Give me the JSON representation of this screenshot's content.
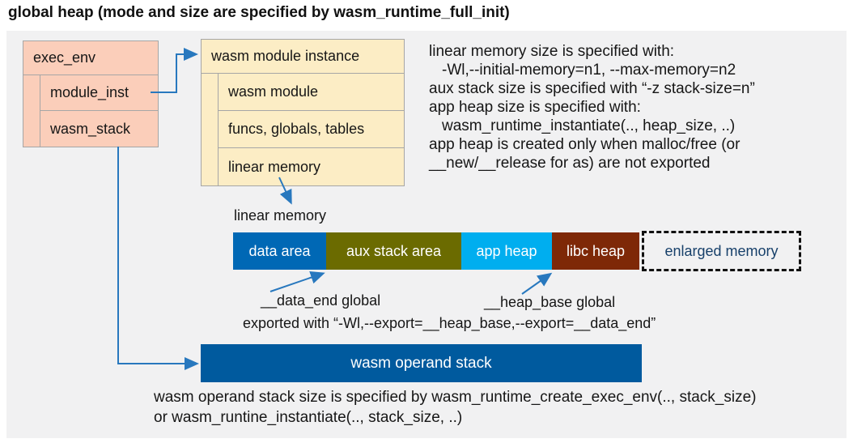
{
  "title": "global heap (mode and size are specified by wasm_runtime_full_init)",
  "colors": {
    "panel_bg": "#f1f1f2",
    "exec_env_fill": "#fbceba",
    "module_instance_fill": "#fcedc5",
    "arrow_blue": "#2878be",
    "data_area": "#0068b5",
    "aux_stack_area": "#6b6b00",
    "app_heap": "#00aeef",
    "libc_heap": "#7e2807",
    "operand_stack": "#005a9e",
    "enlarged_memory_text": "#17406a"
  },
  "exec_env": {
    "title": "exec_env",
    "rows": [
      "module_inst",
      "wasm_stack"
    ]
  },
  "module_instance": {
    "title": "wasm module instance",
    "rows": [
      "wasm module",
      "funcs, globals, tables",
      "linear memory"
    ]
  },
  "notes_right": {
    "lines": [
      "linear memory size is specified with:",
      "-Wl,--initial-memory=n1, --max-memory=n2",
      "aux stack size is specified with “-z stack-size=n”",
      "app heap size is specified with:",
      "wasm_runtime_instantiate(.., heap_size, ..)",
      "app heap is created only when malloc/free (or",
      "__new/__release for as) are not exported"
    ]
  },
  "linear_memory": {
    "label": "linear memory",
    "segments": [
      {
        "label": "data area",
        "color": "#0068b5"
      },
      {
        "label": "aux stack area",
        "color": "#6b6b00"
      },
      {
        "label": "app heap",
        "color": "#00aeef"
      },
      {
        "label": "libc heap",
        "color": "#7e2807"
      }
    ],
    "enlarged_label": "enlarged memory"
  },
  "annotations": {
    "data_end": "__data_end global",
    "heap_base": "__heap_base global",
    "exported": "exported with “-Wl,--export=__heap_base,--export=__data_end”"
  },
  "operand_stack": {
    "label": "wasm operand stack"
  },
  "bottom_note": {
    "lines": [
      "wasm operand stack size is specified by wasm_runtime_create_exec_env(.., stack_size)",
      "or wasm_runtine_instantiate(.., stack_size, ..)"
    ]
  }
}
